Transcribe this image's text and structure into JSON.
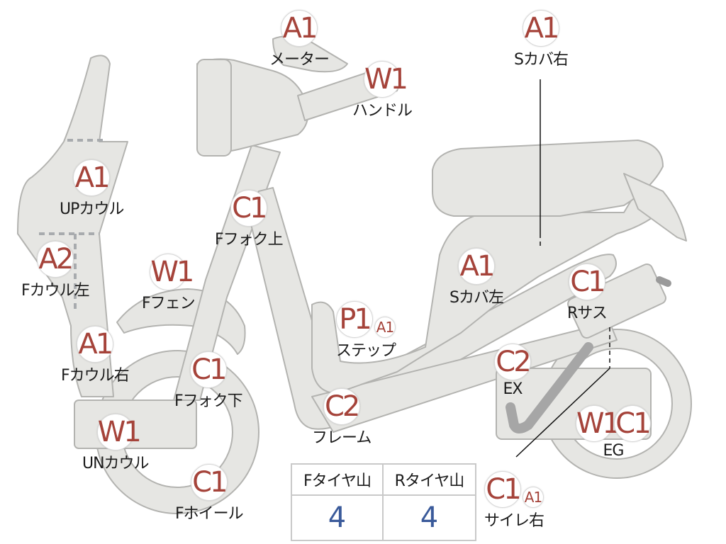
{
  "markers": [
    {
      "id": "meter",
      "badges": [
        "A1"
      ],
      "label": "メーター"
    },
    {
      "id": "handle",
      "badges": [
        "W1"
      ],
      "label": "ハンドル"
    },
    {
      "id": "s-cover-right",
      "badges": [
        "A1"
      ],
      "label": "Sカバ右"
    },
    {
      "id": "up-cowl",
      "badges": [
        "A1"
      ],
      "label": "UPカウル"
    },
    {
      "id": "f-fork-upper",
      "badges": [
        "C1"
      ],
      "label": "Fフォク上"
    },
    {
      "id": "f-cowl-left",
      "badges": [
        "A2"
      ],
      "label": "Fカウル左"
    },
    {
      "id": "f-fender",
      "badges": [
        "W1"
      ],
      "label": "Fフェン"
    },
    {
      "id": "s-cover-left",
      "badges": [
        "A1"
      ],
      "label": "Sカバ左"
    },
    {
      "id": "step",
      "badges": [
        "P1",
        "A1"
      ],
      "label": "ステップ"
    },
    {
      "id": "r-sus",
      "badges": [
        "C1"
      ],
      "label": "Rサス"
    },
    {
      "id": "f-cowl-right",
      "badges": [
        "A1"
      ],
      "label": "Fカウル右"
    },
    {
      "id": "f-fork-lower",
      "badges": [
        "C1"
      ],
      "label": "Fフォク下"
    },
    {
      "id": "ex",
      "badges": [
        "C2"
      ],
      "label": "EX"
    },
    {
      "id": "frame",
      "badges": [
        "C2"
      ],
      "label": "フレーム"
    },
    {
      "id": "un-cowl",
      "badges": [
        "W1"
      ],
      "label": "UNカウル"
    },
    {
      "id": "eg",
      "badges": [
        "W1",
        "C1"
      ],
      "label": "EG"
    },
    {
      "id": "f-wheel",
      "badges": [
        "C1"
      ],
      "label": "Fホイール"
    },
    {
      "id": "silencer-right",
      "badges": [
        "C1",
        "A1"
      ],
      "label": "サイレ右"
    }
  ],
  "tire_table": {
    "headers": [
      "Fタイヤ山",
      "Rタイヤ山"
    ],
    "values": [
      "4",
      "4"
    ]
  },
  "colors": {
    "badge_text": "#a5433a",
    "part_fill": "#e6e6e3",
    "tire_value": "#3a5a9a"
  }
}
